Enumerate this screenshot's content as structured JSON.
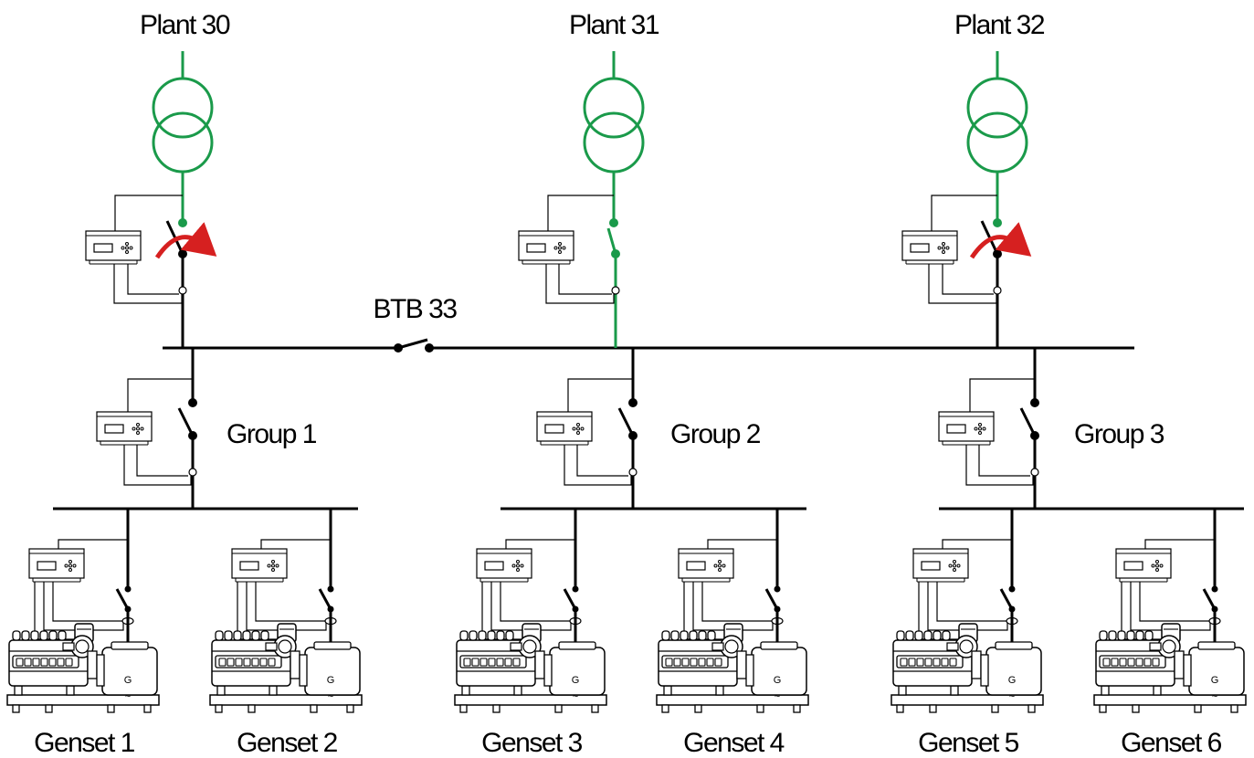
{
  "plants": [
    {
      "label": "Plant 30",
      "state": "closing"
    },
    {
      "label": "Plant 31",
      "state": "closed"
    },
    {
      "label": "Plant 32",
      "state": "closing"
    }
  ],
  "btb": {
    "label": "BTB 33",
    "state": "open"
  },
  "groups": [
    {
      "label": "Group 1"
    },
    {
      "label": "Group 2"
    },
    {
      "label": "Group 3"
    }
  ],
  "gensets": [
    {
      "label": "Genset 1"
    },
    {
      "label": "Genset 2"
    },
    {
      "label": "Genset 3"
    },
    {
      "label": "Genset 4"
    },
    {
      "label": "Genset 5"
    },
    {
      "label": "Genset 6"
    }
  ],
  "generator_symbol": {
    "letter": "G",
    "wave": "~"
  },
  "colors": {
    "energized": "#1a9a4a",
    "breaker_action": "#d62020",
    "line": "#000000"
  }
}
